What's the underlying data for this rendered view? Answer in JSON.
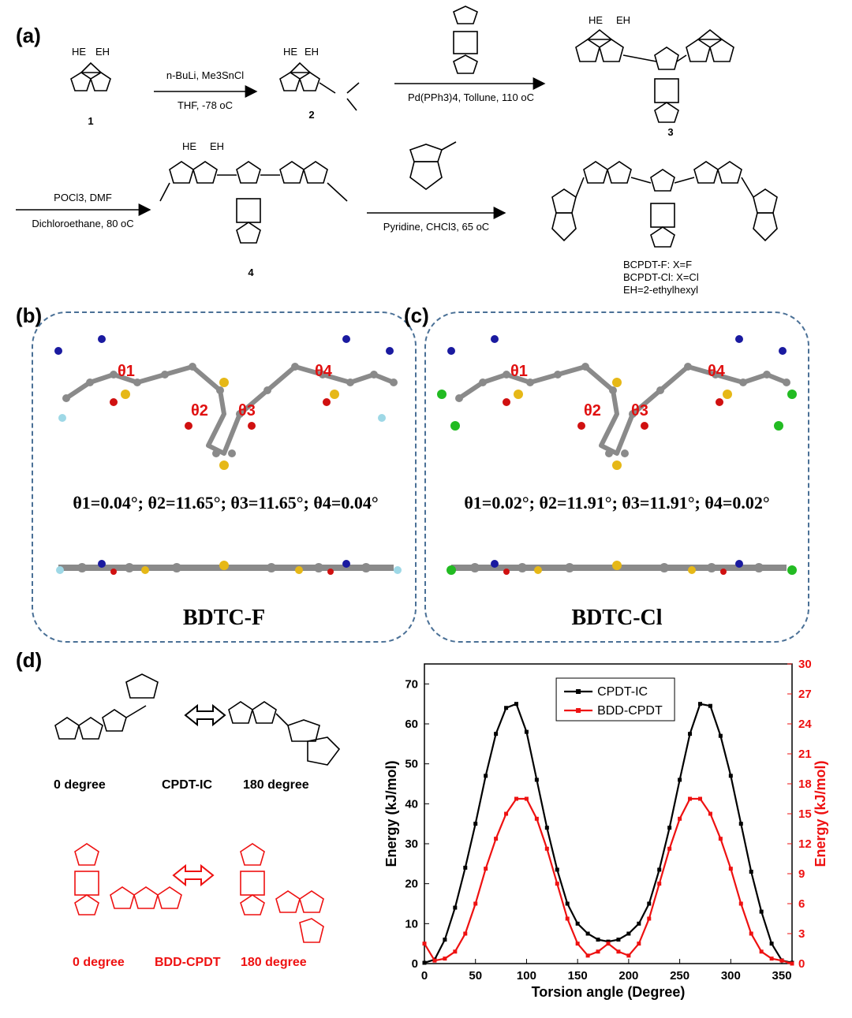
{
  "panels": {
    "a": "(a)",
    "b": "(b)",
    "c": "(c)",
    "d": "(d)"
  },
  "scheme": {
    "compound1": "1",
    "compound2": "2",
    "compound3": "3",
    "compound4": "4",
    "step1_top": "n-BuLi, Me3SnCl",
    "step1_bottom": "THF, -78 oC",
    "step2_bottom": "Pd(PPh3)4, Tollune, 110 oC",
    "step3_top": "POCl3, DMF",
    "step3_bottom": "Dichloroethane, 80 oC",
    "step4_bottom": "Pyridine, CHCl3, 65 oC",
    "sub_HE": "HE",
    "sub_EH": "EH",
    "legend_f": "BCPDT-F: X=F",
    "legend_cl": "BCPDT-Cl: X=Cl",
    "legend_eh": "EH=2-ethylhexyl"
  },
  "structure_b": {
    "angles": "θ1=0.04°; θ2=11.65°; θ3=11.65°; θ4=0.04°",
    "name": "BDTC-F",
    "t1": "θ1",
    "t2": "θ2",
    "t3": "θ3",
    "t4": "θ4"
  },
  "structure_c": {
    "angles": "θ1=0.02°; θ2=11.91°; θ3=11.91°; θ4=0.02°",
    "name": "BDTC-Cl",
    "t1": "θ1",
    "t2": "θ2",
    "t3": "θ3",
    "t4": "θ4"
  },
  "rotamers": {
    "cpdt_ic": {
      "left": "0 degree",
      "middle": "CPDT-IC",
      "right": "180 degree",
      "color": "#000000"
    },
    "bdd_cpdt": {
      "left": "0 degree",
      "middle": "BDD-CPDT",
      "right": "180 degree",
      "color": "#ee1111"
    }
  },
  "chart_data": {
    "type": "line",
    "xlabel": "Torsion angle (Degree)",
    "ylabel_left": "Energy (kJ/mol)",
    "ylabel_right": "Energy (kJ/mol)",
    "xlim": [
      0,
      360
    ],
    "ylim_left": [
      0,
      75
    ],
    "ylim_right": [
      0,
      30
    ],
    "x_ticks": [
      0,
      50,
      100,
      150,
      200,
      250,
      300,
      350
    ],
    "y_ticks_left": [
      0,
      10,
      20,
      30,
      40,
      50,
      60,
      70
    ],
    "y_ticks_right": [
      0,
      3,
      6,
      9,
      12,
      15,
      18,
      21,
      24,
      27,
      30
    ],
    "legend_position": "top-center",
    "series": [
      {
        "name": "CPDT-IC",
        "axis": "left",
        "color": "#000000",
        "x": [
          0,
          10,
          20,
          30,
          40,
          50,
          60,
          70,
          80,
          90,
          100,
          110,
          120,
          130,
          140,
          150,
          160,
          170,
          180,
          190,
          200,
          210,
          220,
          230,
          240,
          250,
          260,
          270,
          280,
          290,
          300,
          310,
          320,
          330,
          340,
          350,
          360
        ],
        "values": [
          0.2,
          1.0,
          6.0,
          14.0,
          24.0,
          35.0,
          47.0,
          57.5,
          64.0,
          65.0,
          58.0,
          46.0,
          34.0,
          23.5,
          15.0,
          10.0,
          7.5,
          6.0,
          5.5,
          6.0,
          7.5,
          10.0,
          15.0,
          23.5,
          34.0,
          46.0,
          57.5,
          65.0,
          64.5,
          57.0,
          47.0,
          35.0,
          23.0,
          13.0,
          5.0,
          0.8,
          0.2
        ]
      },
      {
        "name": "BDD-CPDT",
        "axis": "right",
        "color": "#ee1111",
        "x": [
          0,
          10,
          20,
          30,
          40,
          50,
          60,
          70,
          80,
          90,
          100,
          110,
          120,
          130,
          140,
          150,
          160,
          170,
          180,
          190,
          200,
          210,
          220,
          230,
          240,
          250,
          260,
          270,
          280,
          290,
          300,
          310,
          320,
          330,
          340,
          350,
          360
        ],
        "values": [
          2.0,
          0.3,
          0.5,
          1.2,
          3.0,
          6.0,
          9.5,
          12.5,
          15.0,
          16.5,
          16.5,
          14.5,
          11.5,
          8.0,
          4.5,
          2.0,
          0.8,
          1.2,
          2.0,
          1.2,
          0.8,
          2.0,
          4.5,
          8.0,
          11.5,
          14.5,
          16.5,
          16.5,
          15.0,
          12.5,
          9.5,
          6.0,
          3.0,
          1.2,
          0.5,
          0.3,
          0.0
        ]
      }
    ]
  }
}
